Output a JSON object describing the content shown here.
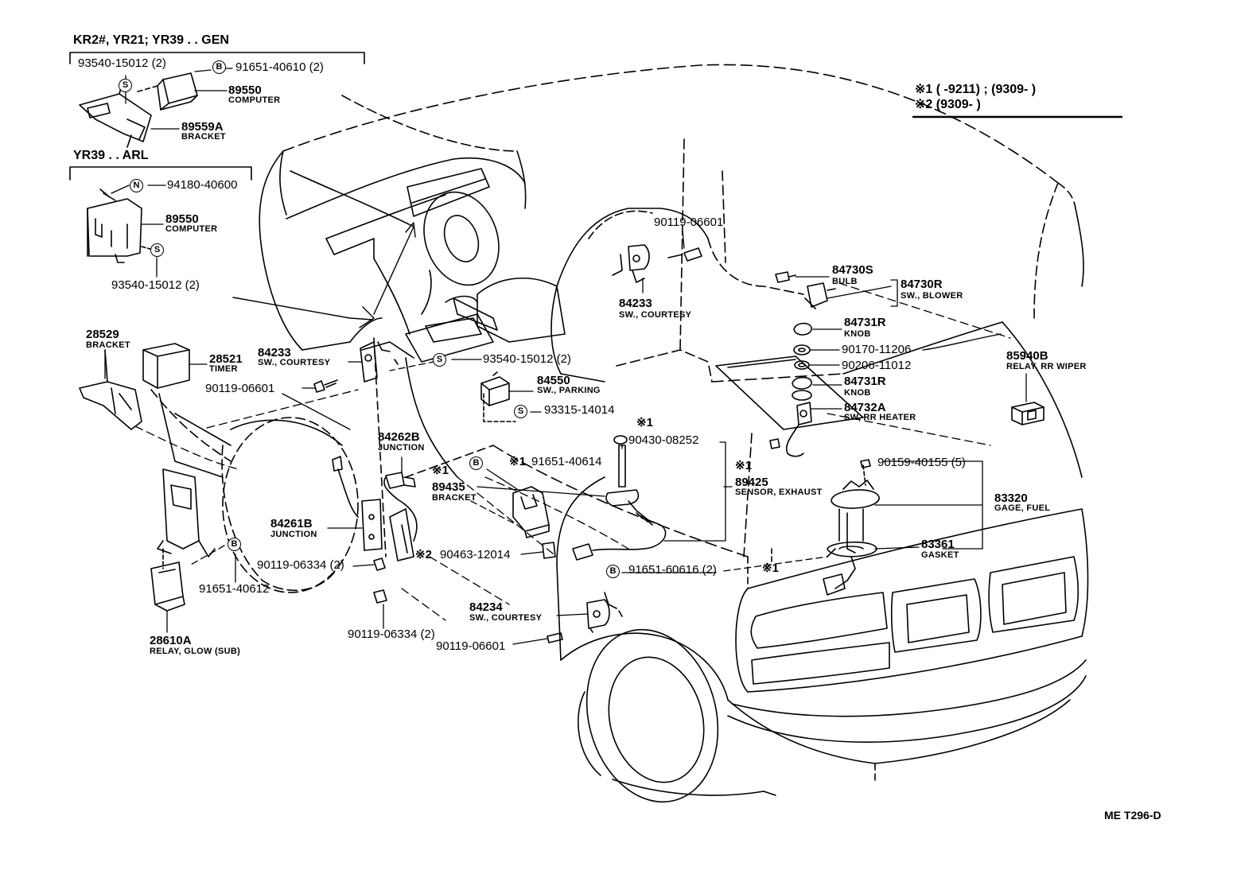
{
  "notes": {
    "n1": "※1 (      -9211) ; (9309-        )",
    "n2": "※2 (9309-         )"
  },
  "footer": {
    "code": "ME  T296-D"
  },
  "groups": {
    "g1": "KR2#, YR21; YR39 . . GEN",
    "g2": "YR39 . . ARL"
  },
  "symbols": {
    "S": "S",
    "B": "B",
    "N": "N",
    "note1": "※1",
    "note2": "※2"
  },
  "parts": {
    "p93540_a": "93540-15012 (2)",
    "p91651_40610": "91651-40610 (2)",
    "p89550_a": "89550",
    "computer_a": "COMPUTER",
    "p89559A": "89559A",
    "bracket_a": "BRACKET",
    "p94180": "94180-40600",
    "p89550_b": "89550",
    "computer_b": "COMPUTER",
    "p93540_b": "93540-15012 (2)",
    "p28529": "28529",
    "bracket_b": "BRACKET",
    "p28521": "28521",
    "timer": "TIMER",
    "p84233_a": "84233",
    "swcourtesy_a": "SW., COURTESY",
    "p90119_a": "90119-06601",
    "p93540_c": "93540-15012 (2)",
    "p84550": "84550",
    "swparking": "SW., PARKING",
    "p93315": "93315-14014",
    "p90119_b": "90119-06601",
    "p84233_b": "84233",
    "swcourtesy_b": "SW., COURTESY",
    "p84730S": "84730S",
    "bulb": "BULB",
    "p84730R": "84730R",
    "swblower": "SW., BLOWER",
    "p84731R_a": "84731R",
    "knob_a": "KNOB",
    "p90170": "90170-11206",
    "p90206": "90206-11012",
    "p84731R_b": "84731R",
    "knob_b": "KNOB",
    "p84732A": "84732A",
    "swrrheater": "SW, RR  HEATER",
    "p85940B": "85940B",
    "relayrrwiper": "RELAY, RR WIPER",
    "p84262B": "84262B",
    "junction_a": "JUNCTION",
    "p89435": "89435",
    "bracket_c": "BRACKET",
    "p91651_40614": "91651-40614",
    "p90430": "90430-08252",
    "p89425": "89425",
    "sensorexhaust": "SENSOR, EXHAUST",
    "p90159": "90159-40155 (5)",
    "p83320": "83320",
    "gagefuel": "GAGE, FUEL",
    "p83361": "83361",
    "gasket": "GASKET",
    "p84261B": "84261B",
    "junction_b": "JUNCTION",
    "p90463": "90463-12014",
    "p91651_60616": "91651-60616 (2)",
    "p90119_c": "90119-06334 (2)",
    "p91651_40612": "91651-40612",
    "p28610A": "28610A",
    "relayglow": "RELAY, GLOW (SUB)",
    "p84234": "84234",
    "swcourtesy_c": "SW., COURTESY",
    "p90119_d": "90119-06334 (2)",
    "p90119_e": "90119-06601"
  }
}
